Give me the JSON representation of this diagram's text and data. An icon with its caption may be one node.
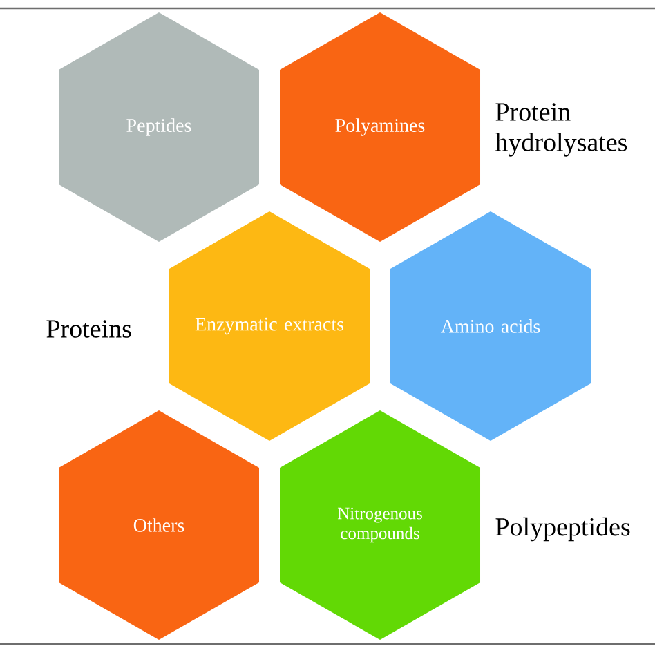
{
  "diagram": {
    "nodes": [
      {
        "text": [
          "Peptides"
        ]
      },
      {
        "text": [
          "Polyamines"
        ]
      },
      {
        "text": [
          "Enzymatic extracts"
        ]
      },
      {
        "text": [
          "Amino acids"
        ]
      },
      {
        "text": [
          "Others"
        ]
      },
      {
        "text": [
          "Nitrogenous compounds"
        ]
      }
    ],
    "labels": [
      "Protein hydrolysates",
      "Proteins",
      "Polypeptides"
    ]
  }
}
